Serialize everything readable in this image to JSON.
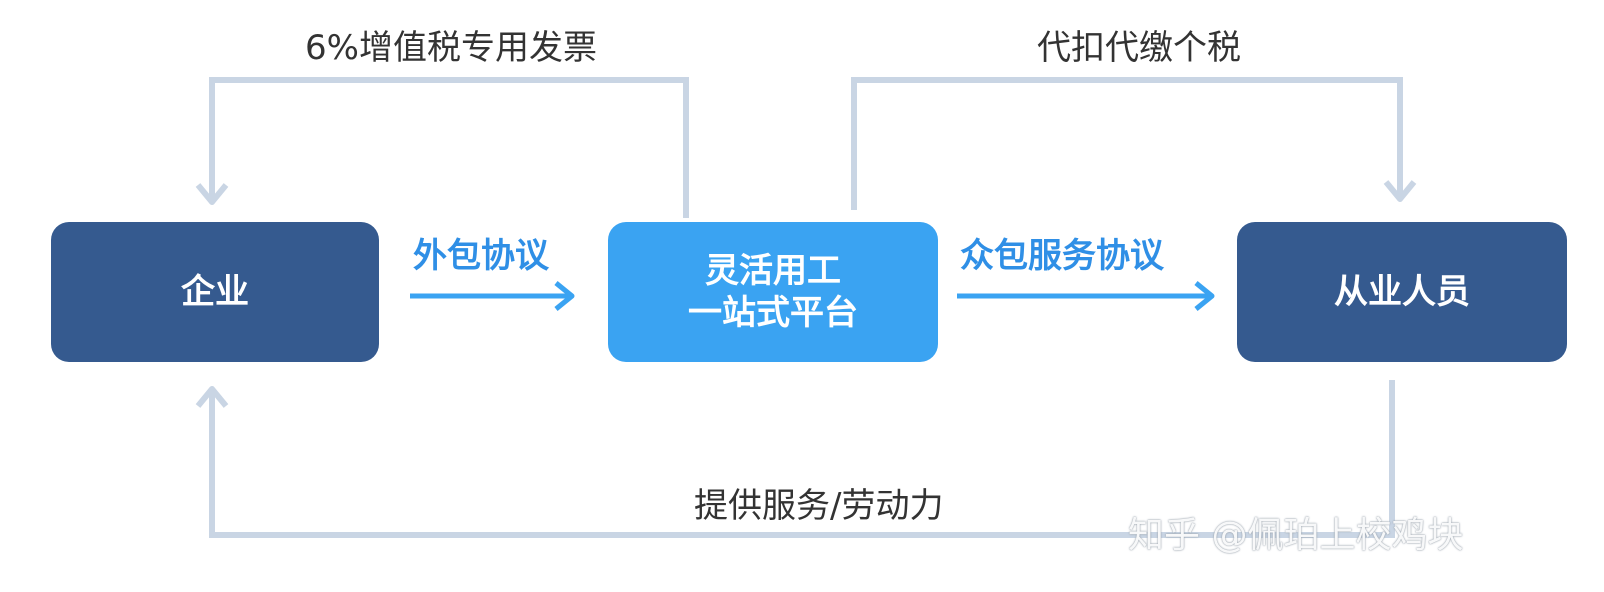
{
  "colors": {
    "node_dark": "#355a8f",
    "node_light": "#3aa3f2",
    "connector_gray": "#c9d5e4",
    "connector_blue": "#3aa3f2",
    "label_blue": "#2f8fe6",
    "label_gray": "#333333"
  },
  "nodes": {
    "enterprise": "企业",
    "platform_line1": "灵活用工",
    "platform_line2": "一站式平台",
    "workers": "从业人员"
  },
  "edges": {
    "outsourcing": "外包协议",
    "crowdsourcing": "众包服务协议",
    "invoice": "6%增值税专用发票",
    "withhold_tax": "代扣代缴个税",
    "services": "提供服务/劳动力"
  },
  "watermark": "知乎 @佩珀上校鸡块"
}
